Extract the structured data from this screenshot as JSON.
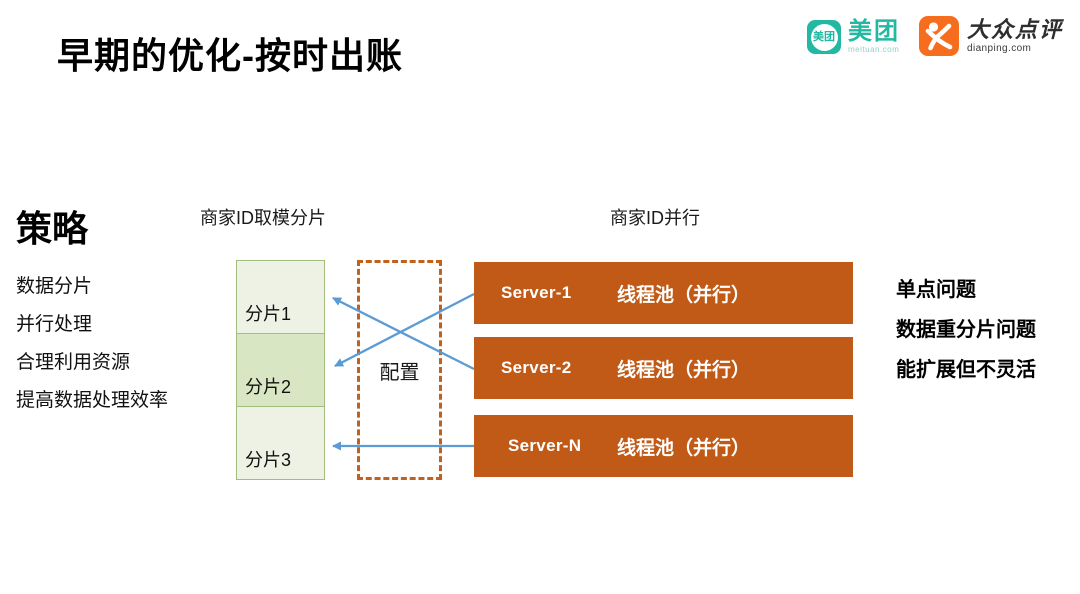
{
  "slide": {
    "title": "早期的优化-按时出账"
  },
  "logos": {
    "meituan": {
      "icon": "meituan-badge-icon",
      "icon_text": "美团",
      "wordmark": "美团",
      "domain": "meituan.com",
      "brand_color": "#22b8a2"
    },
    "dianping": {
      "icon": "dianping-person-icon",
      "wordmark": "大众点评",
      "domain": "dianping.com",
      "brand_color": "#f66d1e"
    }
  },
  "strategy": {
    "heading": "策略",
    "items": [
      "数据分片",
      "并行处理",
      "合理利用资源",
      "提高数据处理效率"
    ]
  },
  "diagram": {
    "shard_group_label": "商家ID取模分片",
    "parallel_group_label": "商家ID并行",
    "shards": [
      {
        "label": "分片1"
      },
      {
        "label": "分片2"
      },
      {
        "label": "分片3"
      }
    ],
    "config_label": "配置",
    "servers": [
      {
        "name": "Server-1",
        "pool": "线程池（并行）"
      },
      {
        "name": "Server-2",
        "pool": "线程池（并行）"
      },
      {
        "name": "Server-N",
        "pool": "线程池（并行）"
      }
    ],
    "issues": [
      "单点问题",
      "数据重分片问题",
      "能扩展但不灵活"
    ],
    "colors": {
      "server_fill": "#c05a16",
      "arrow": "#5b9bd5",
      "config_dash": "#c0611e",
      "shard_border": "#a2bd7d",
      "shard_fill_light": "#edf2e4",
      "shard_fill_dark": "#d9e6c3"
    }
  }
}
